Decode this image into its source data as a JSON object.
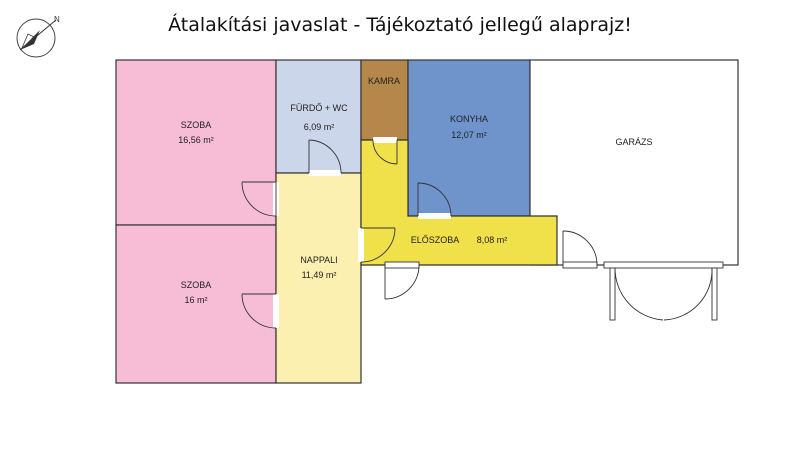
{
  "title": "Átalakítási javaslat - Tájékoztató jellegű alaprajz!",
  "rooms": {
    "szoba1": {
      "name": "SZOBA",
      "area": "16,56 m²",
      "color": "#f8bdd6"
    },
    "szoba2": {
      "name": "SZOBA",
      "area": "16 m²",
      "color": "#f8bdd6"
    },
    "furdo": {
      "name": "FÜRDŐ + WC",
      "area": "6,09 m²",
      "color": "#ccd6ea"
    },
    "kamra": {
      "name": "KAMRA",
      "area": "",
      "color": "#b5874a"
    },
    "konyha": {
      "name": "KONYHA",
      "area": "12,07 m²",
      "color": "#6f94cc"
    },
    "garazs": {
      "name": "GARÁZS",
      "area": "",
      "color": "#ffffff"
    },
    "nappali": {
      "name": "NAPPALI",
      "area": "11,49 m²",
      "color": "#fbf0b0"
    },
    "eloszoba": {
      "name": "ELŐSZOBA",
      "area": "8,08 m²",
      "color": "#f0e04a"
    }
  },
  "compass": {
    "label": "N",
    "icon": "compass-icon"
  }
}
